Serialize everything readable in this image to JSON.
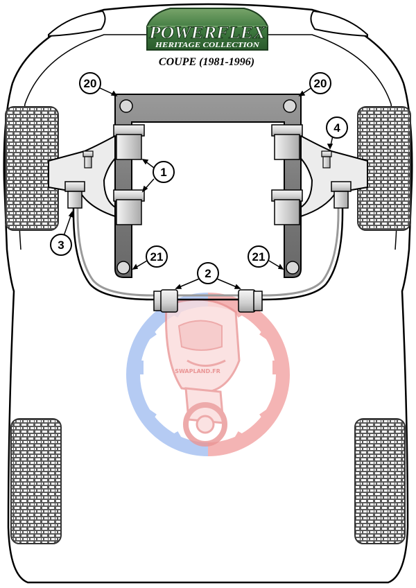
{
  "logo": {
    "brand": "POWERFLEX",
    "tagline": "HERITAGE COLLECTION",
    "model": "COUPE (1981-1996)"
  },
  "callouts": {
    "c20_left": "20",
    "c20_right": "20",
    "c1": "1",
    "c4": "4",
    "c3": "3",
    "c21_left": "21",
    "c21_right": "21",
    "c2": "2"
  },
  "watermark": {
    "text": "SWAPLAND.FR"
  },
  "colors": {
    "outline": "#000000",
    "body_fill": "#ffffff",
    "subframe": "#7a7a7a",
    "bushing": "#d7d7d7",
    "tyre": "#585858",
    "logo_green": "#2f6a35",
    "watermark_red": "#f3a7a7",
    "watermark_blue": "#a9c3f2"
  }
}
